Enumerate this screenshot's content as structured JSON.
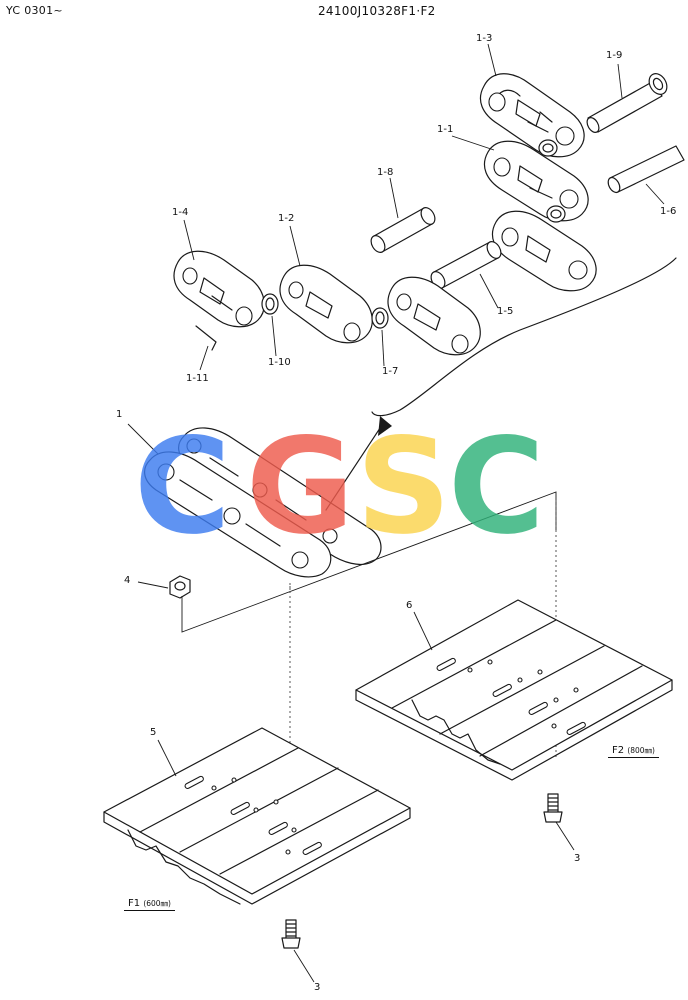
{
  "header": {
    "left_code": "YC 0301~",
    "drawing_no": "24100J10328F1·F2"
  },
  "callouts": [
    {
      "id": "c-1-3",
      "text": "1-3"
    },
    {
      "id": "c-1-9",
      "text": "1-9"
    },
    {
      "id": "c-1-1",
      "text": "1-1"
    },
    {
      "id": "c-1-8",
      "text": "1-8"
    },
    {
      "id": "c-1-6",
      "text": "1-6"
    },
    {
      "id": "c-1-4",
      "text": "1-4"
    },
    {
      "id": "c-1-2",
      "text": "1-2"
    },
    {
      "id": "c-1-5",
      "text": "1-5"
    },
    {
      "id": "c-1-10",
      "text": "1-10"
    },
    {
      "id": "c-1-7",
      "text": "1-7"
    },
    {
      "id": "c-1-11",
      "text": "1-11"
    },
    {
      "id": "c-1",
      "text": "1"
    },
    {
      "id": "c-4",
      "text": "4"
    },
    {
      "id": "c-6",
      "text": "6"
    },
    {
      "id": "c-5",
      "text": "5"
    },
    {
      "id": "c-3a",
      "text": "3"
    },
    {
      "id": "c-3b",
      "text": "3"
    }
  ],
  "variants": {
    "f1": {
      "code": "F1",
      "width": "(600㎜)"
    },
    "f2": {
      "code": "F2",
      "width": "(800㎜)"
    }
  },
  "watermark": {
    "letters": [
      "G",
      "S",
      "C"
    ],
    "colors": {
      "blue": "#3d7cf0",
      "red": "#ef5b4d",
      "yellow": "#fbd44e",
      "green": "#2fb279"
    }
  }
}
